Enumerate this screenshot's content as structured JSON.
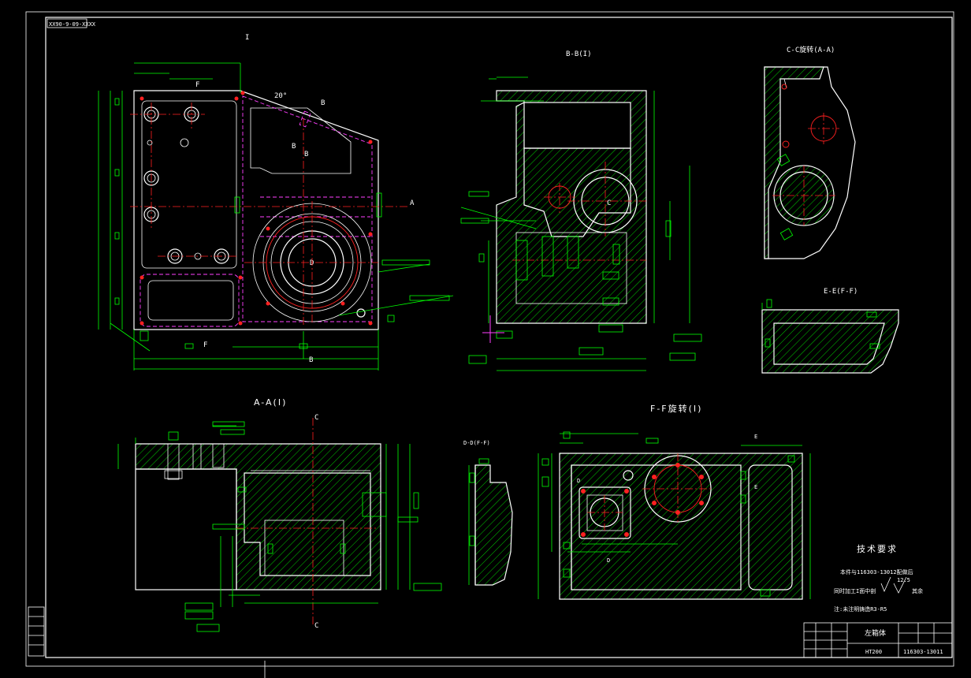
{
  "drawing": {
    "corner_code": "XX90-9-09-XXXX",
    "titles": {
      "main_view": "I",
      "b_section": "B-B(I)",
      "c_section": "C-C旋转(A-A)",
      "e_section": "E-E(F-F)",
      "a_section": "A-A(I)",
      "f_section": "F-F旋转(I)",
      "d_section": "D-D(F-F)"
    },
    "section_marks": {
      "a": "A",
      "b": "B",
      "c": "C",
      "d": "D",
      "e": "E",
      "f": "F",
      "angle": "20°"
    },
    "tech_requirements": {
      "heading": "技术要求",
      "line1": "本件与116303-13012配做后",
      "line2": "同时加工I面中剖",
      "line3": "注:未注明铸造R3-R5",
      "roughness": "12.5",
      "remaining": "其余"
    },
    "title_block": {
      "part_name": "左箱体",
      "material": "HT200",
      "drawing_no": "116303-13011"
    }
  },
  "colors": {
    "background": "#000000",
    "outline": "#ffffff",
    "dimension": "#00ff00",
    "centerline": "#ff2020",
    "hidden": "#ff40ff"
  }
}
